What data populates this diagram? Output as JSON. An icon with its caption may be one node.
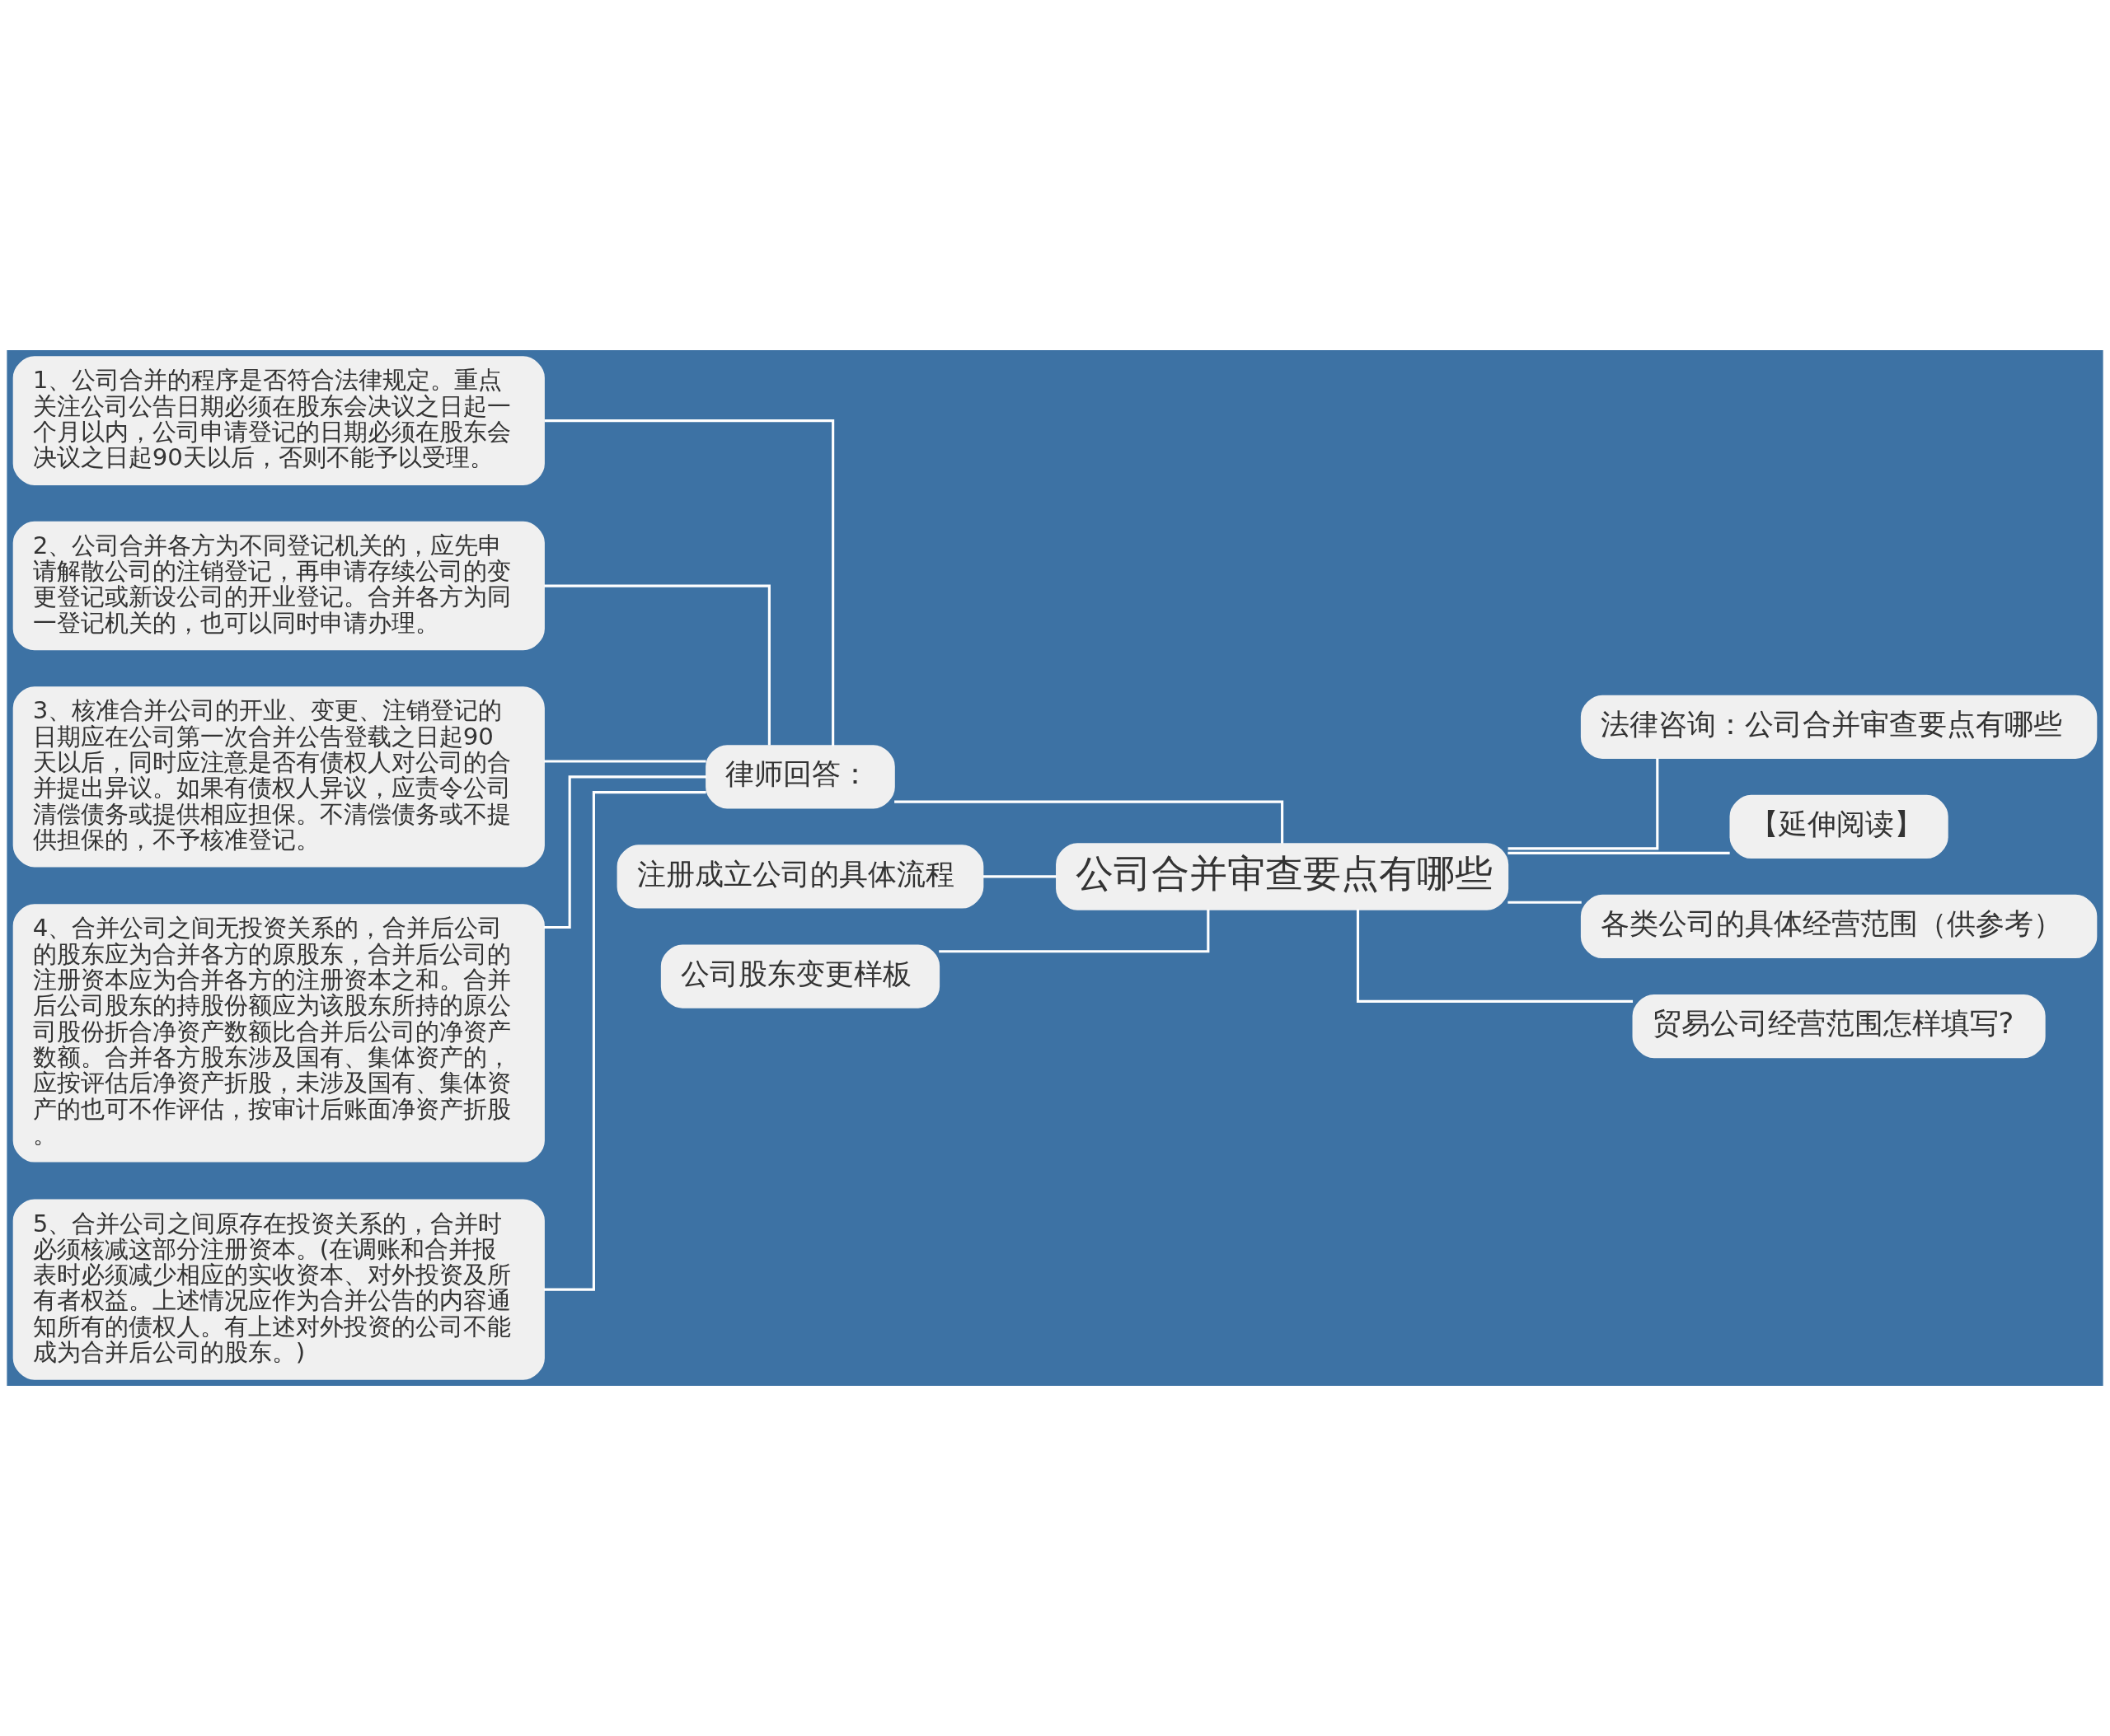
{
  "diagram": {
    "nodes": [
      {
        "text": [
          "公司合并审查要点有哪些"
        ]
      },
      {
        "text": [
          "律师回答："
        ]
      },
      {
        "text": [
          "1、公司合并的程序是否符合法律规定。重点关注公司公告日期必须在股东会决议之日起一个月以内，公司申请登记的日期必须在股东会决议之日起90天以后，否则不能予以受理。"
        ]
      },
      {
        "text": [
          "2、公司合并各方为不同登记机关的，应先申请解散公司的注销登记，再申请存续公司的变更登记或新设公司的开业登记。合并各方为同一登记机关的，也可以同时申请办理。"
        ]
      },
      {
        "text": [
          "3、核准合并公司的开业、变更、注销登记的日期应在公司第一次合并公告登载之日起90天以后，同时应注意是否有债权人对公司的合并提出异议。如果有债权人异议，应责令公司清偿债务或提供相应担保。不清偿债务或不提供担保的，不予核准登记。"
        ]
      },
      {
        "text": [
          "4、合并公司之间无投资关系的，合并后公司的股东应为合并各方的原股东，合并后公司的注册资本应为合并各方的注册资本之和。合并后公司股东的持股份额应为该股东所持的原公司股份折合净资产数额比合并后公司的净资产数额。合并各方股东涉及国有、集体资产的，应按评估后净资产折股，未涉及国有、集体资产的也可不作评估，按审计后账面净资产折股。"
        ]
      },
      {
        "text": [
          "5、合并公司之间原存在投资关系的，合并时必须核减这部分注册资本。(在调账和合并报表时必须减少相应的实收资本、对外投资及所有者权益。上述情况应作为合并公告的内容通知所有的债权人。有上述对外投资的公司不能成为合并后公司的股东。)"
        ]
      },
      {
        "text": [
          "注册成立公司的具体流程"
        ]
      },
      {
        "text": [
          "公司股东变更样板"
        ]
      },
      {
        "text": [
          "法律咨询：公司合并审查要点有哪些"
        ]
      },
      {
        "text": [
          "【延伸阅读】"
        ]
      },
      {
        "text": [
          "各类公司的具体经营范围（供参考）"
        ]
      },
      {
        "text": [
          "贸易公司经营范围怎样填写?"
        ]
      }
    ],
    "edges": [
      {
        "from": 0,
        "to": 1,
        "arrow": "none"
      },
      {
        "from": 1,
        "to": 2,
        "arrow": "none"
      },
      {
        "from": 1,
        "to": 3,
        "arrow": "none"
      },
      {
        "from": 1,
        "to": 4,
        "arrow": "none"
      },
      {
        "from": 1,
        "to": 5,
        "arrow": "none"
      },
      {
        "from": 1,
        "to": 6,
        "arrow": "none"
      },
      {
        "from": 0,
        "to": 7,
        "arrow": "none"
      },
      {
        "from": 0,
        "to": 8,
        "arrow": "none"
      },
      {
        "from": 0,
        "to": 9,
        "arrow": "none"
      },
      {
        "from": 0,
        "to": 10,
        "arrow": "none"
      },
      {
        "from": 0,
        "to": 11,
        "arrow": "none"
      },
      {
        "from": 0,
        "to": 12,
        "arrow": "none"
      }
    ]
  }
}
